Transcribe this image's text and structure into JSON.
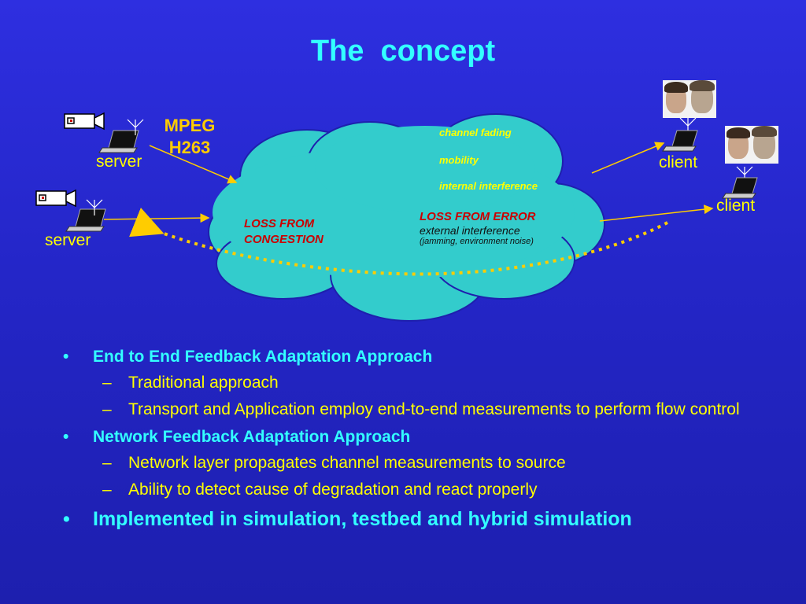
{
  "slide": {
    "title": "The  concept"
  },
  "diagram": {
    "servers": [
      {
        "label": "server"
      },
      {
        "label": "server"
      }
    ],
    "clients": [
      {
        "label": "client"
      },
      {
        "label": "client"
      }
    ],
    "codec": {
      "line1": "MPEG",
      "line2": "H263"
    },
    "cloud": {
      "channel_items": [
        "channel fading",
        "mobility",
        "internal interference"
      ],
      "congestion": {
        "line1": "LOSS FROM",
        "line2": "CONGESTION"
      },
      "error": {
        "title": "LOSS FROM ERROR",
        "line1": "external interference",
        "line2": "(jamming, environment noise)"
      }
    },
    "colors": {
      "cloud_fill": "#33cccc",
      "arrow": "#ffcc00",
      "feedback": "#ffcc00"
    },
    "icons": [
      "video-camera-icon",
      "laptop-icon",
      "antenna-icon",
      "user-photo-icon"
    ]
  },
  "bullets": [
    {
      "text": "End to End Feedback Adaptation Approach",
      "subs": [
        "Traditional approach",
        "Transport and Application employ end-to-end measurements to perform flow control"
      ]
    },
    {
      "text": "Network Feedback Adaptation Approach",
      "subs": [
        "Network layer propagates channel measurements to source",
        "Ability to detect cause of degradation and react properly"
      ]
    },
    {
      "text": "Implemented in simulation, testbed and hybrid simulation",
      "subs": []
    }
  ]
}
